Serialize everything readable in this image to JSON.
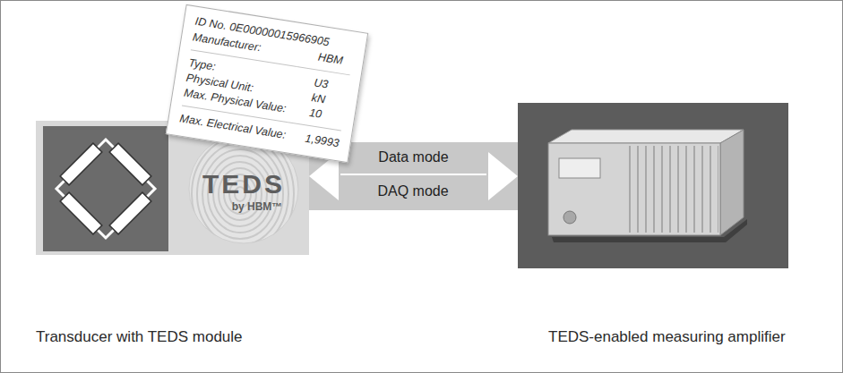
{
  "diagram": {
    "nodes": [
      {
        "text": [
          "Transducer with TEDS module"
        ]
      },
      {
        "text": [
          "TEDS",
          "by HBM™"
        ],
        "in": 0
      },
      {
        "text": [
          "ID No. 0E00000015966905",
          "Manufacturer:",
          "HBM",
          "Type:",
          "U3",
          "Physical Unit:",
          "kN",
          "Max. Physical Value:",
          "10",
          "Max. Electrical Value:",
          "1,9993"
        ]
      },
      {
        "text": [
          "TEDS-enabled measuring amplifier"
        ]
      }
    ],
    "edges": [
      {
        "from": 0,
        "to": 3,
        "arrow": "both",
        "label": "Data mode"
      }
    ],
    "labels": [
      "DAQ mode"
    ]
  }
}
